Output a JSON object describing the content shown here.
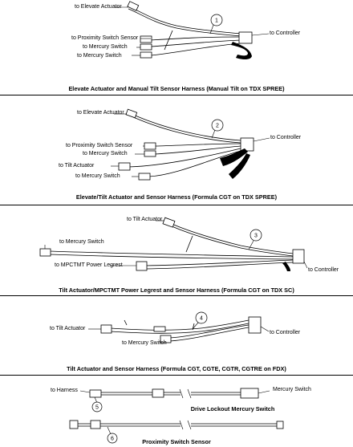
{
  "panels": [
    {
      "number": "1",
      "caption": "Elevate Actuator and Manual Tilt Sensor Harness (Manual Tilt on TDX SPREE)",
      "labels": {
        "elevate": "to Elevate Actuator",
        "proximity": "to Proximity Switch Sensor",
        "mercury1": "to Mercury Switch",
        "mercury2": "to Mercury Switch",
        "controller": "to Controller"
      }
    },
    {
      "number": "2",
      "caption": "Elevate/Tilt Actuator and Sensor Harness (Formula CGT on TDX SPREE)",
      "labels": {
        "elevate": "to Elevate Actuator",
        "proximity": "to Proximity Switch Sensor",
        "mercury1": "to Mercury Switch",
        "tilt": "to Tilt Actuator",
        "mercury2": "to Mercury Switch",
        "controller": "to Controller"
      }
    },
    {
      "number": "3",
      "caption": "Tilt Actuator/MPCTMT Power Legrest and Sensor Harness (Formula CGT on TDX SC)",
      "labels": {
        "tilt": "to Tilt Actuator",
        "mercury": "to Mercury Switch",
        "legrest": "to MPCTMT Power Legrest",
        "controller": "to Controller"
      }
    },
    {
      "number": "4",
      "caption": "Tilt Actuator and Sensor Harness (Formula CGT, CGTE, CGTR, CGTRE on FDX)",
      "labels": {
        "tilt": "to Tilt Actuator",
        "controller": "to Controller",
        "mercury": "to Mercury Switch"
      }
    },
    {
      "number": "5",
      "caption": "Drive Lockout Mercury Switch",
      "labels": {
        "harness": "to Harness",
        "mercury": "Mercury Switch"
      }
    },
    {
      "number": "6",
      "caption": "Proximity Switch Sensor",
      "labels": {}
    }
  ]
}
